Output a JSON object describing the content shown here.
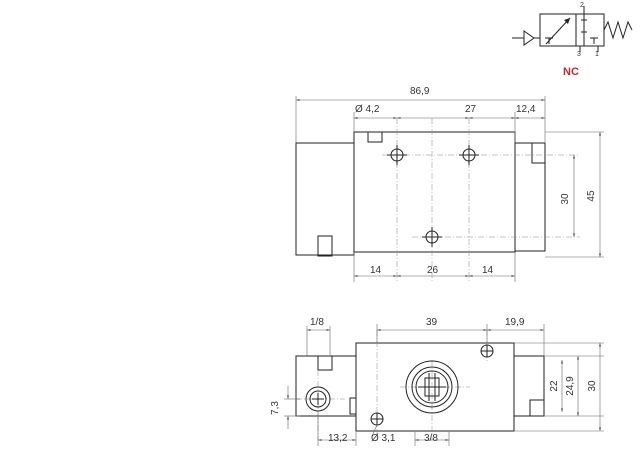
{
  "symbol": {
    "ports": {
      "p2": "2",
      "p3": "3",
      "p1": "1"
    },
    "label": "NC",
    "label_color": "#c0282a"
  },
  "dimensions": {
    "overall_length": "86,9",
    "hole_diameter_top": "Ø 4,2",
    "hole_spacing": "27",
    "right_offset": "12,4",
    "vertical_spacing": "30",
    "height": "45",
    "bottom_left": "14",
    "bottom_center": "26",
    "bottom_right": "14",
    "port_size": "1/8",
    "front_spacing": "39",
    "front_right": "19,9",
    "port_height": "7,3",
    "front_22": "22",
    "front_24_9": "24,9",
    "front_30": "30",
    "left_offset": "13,2",
    "hole_diameter_front": "Ø 3,1",
    "main_port_size": "3/8"
  },
  "colors": {
    "line": "#222222",
    "dimension": "#666666",
    "accent": "#c0282a"
  }
}
